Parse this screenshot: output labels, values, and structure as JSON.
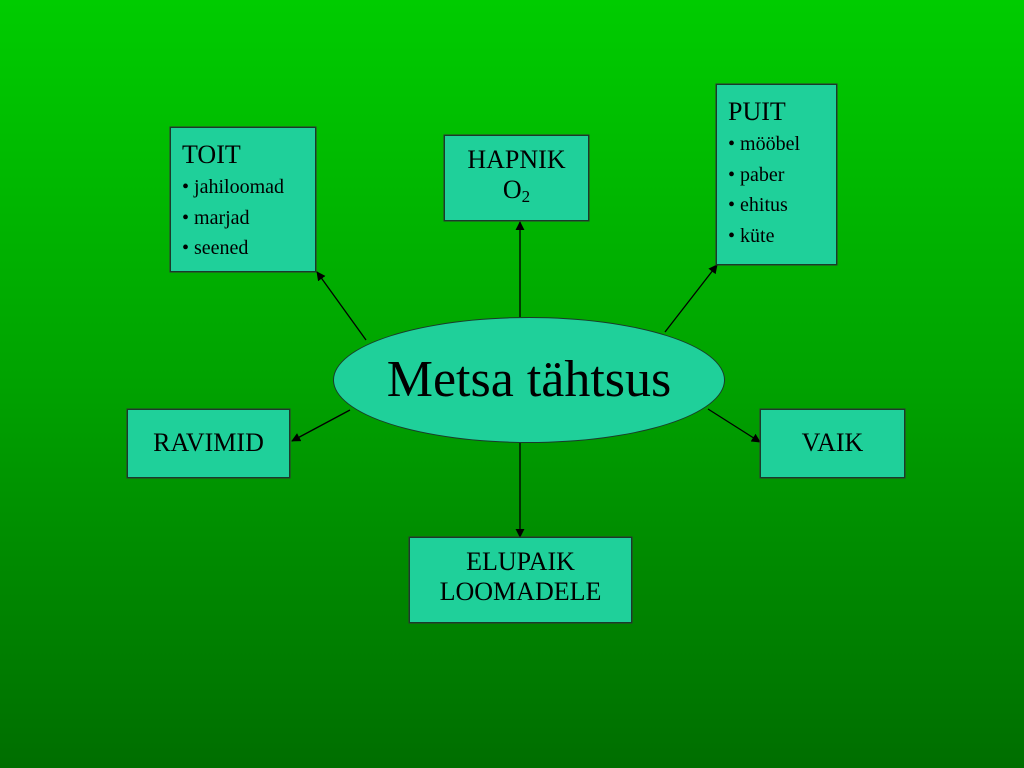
{
  "diagram": {
    "center": "Metsa tähtsus",
    "toit": {
      "title": "TOIT",
      "items": [
        "jahiloomad",
        "marjad",
        "seened"
      ]
    },
    "puit": {
      "title": "PUIT",
      "items": [
        "mööbel",
        "paber",
        "ehitus",
        "küte"
      ]
    },
    "hapnik": {
      "title": "HAPNIK",
      "formula": "O",
      "subscript": "2"
    },
    "ravimid": {
      "title": "RAVIMID"
    },
    "vaik": {
      "title": "VAIK"
    },
    "elupaik": {
      "line1": "ELUPAIK",
      "line2": "LOOMADELE"
    }
  },
  "colors": {
    "background_top": "#00cc00",
    "background_bottom": "#006e00",
    "node_fill": "#1fd09a",
    "text": "#000000"
  }
}
